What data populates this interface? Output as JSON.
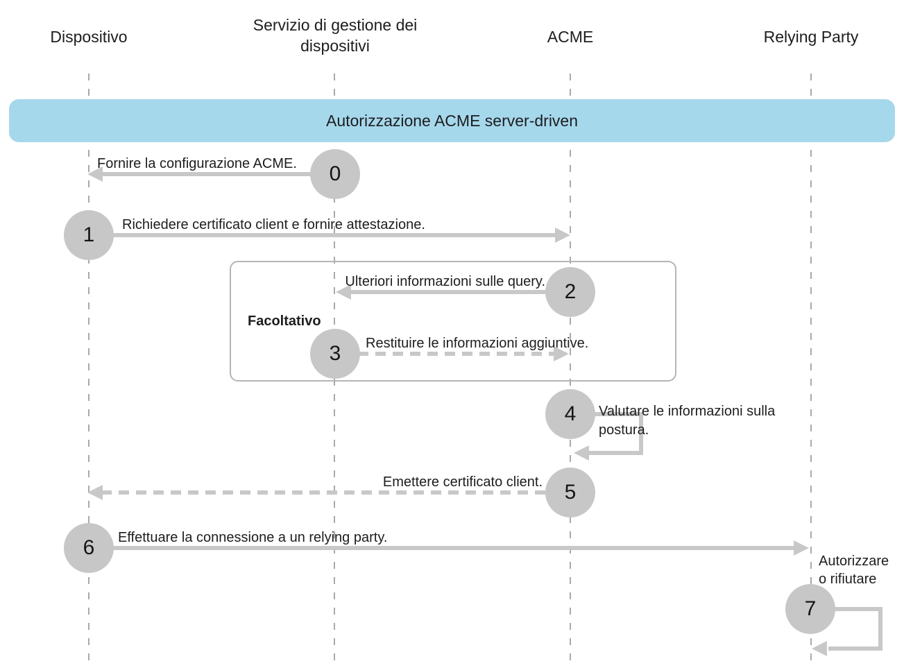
{
  "banner": {
    "title": "Autorizzazione ACME server-driven"
  },
  "actors": [
    {
      "id": "dispositivo",
      "label": "Dispositivo"
    },
    {
      "id": "servizio-gestione-dispositivi",
      "label": "Servizio di gestione dei dispositivi"
    },
    {
      "id": "acme",
      "label": "ACME"
    },
    {
      "id": "relying-party",
      "label": "Relying Party"
    }
  ],
  "optional_group": {
    "label": "Facoltativo",
    "contains_steps": [
      "2",
      "3"
    ]
  },
  "steps": [
    {
      "num": "0",
      "label": "Fornire la configurazione ACME.",
      "from": "servizio-gestione-dispositivi",
      "to": "dispositivo",
      "arrow": "solid"
    },
    {
      "num": "1",
      "label": "Richiedere certificato client e fornire attestazione.",
      "from": "dispositivo",
      "to": "acme",
      "arrow": "solid"
    },
    {
      "num": "2",
      "label": "Ulteriori informazioni sulle query.",
      "from": "acme",
      "to": "servizio-gestione-dispositivi",
      "arrow": "solid"
    },
    {
      "num": "3",
      "label": "Restituire le informazioni aggiuntive.",
      "from": "servizio-gestione-dispositivi",
      "to": "acme",
      "arrow": "dashed"
    },
    {
      "num": "4",
      "label": "Valutare le informazioni sulla postura.",
      "from": "acme",
      "to": "acme",
      "arrow": "self-loop"
    },
    {
      "num": "5",
      "label": "Emettere certificato client.",
      "from": "acme",
      "to": "dispositivo",
      "arrow": "dashed"
    },
    {
      "num": "6",
      "label": "Effettuare la connessione a un relying party.",
      "from": "dispositivo",
      "to": "relying-party",
      "arrow": "solid"
    },
    {
      "num": "7",
      "label": "Autorizzare o rifiutare",
      "from": "relying-party",
      "to": "relying-party",
      "arrow": "self-loop"
    }
  ],
  "colors": {
    "lifeline": "#a9a9a9",
    "arrow": "#c8c8c8",
    "circle_fill": "#c7c7c7",
    "banner_bg": "#a6d8ec",
    "optional_border": "#b5b5b5",
    "text": "#1d1d1f"
  }
}
